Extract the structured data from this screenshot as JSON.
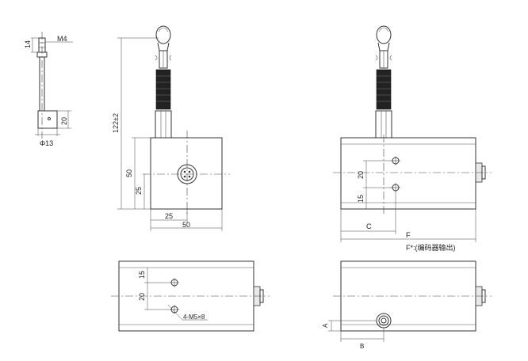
{
  "labels": {
    "m4": "M4",
    "dim_14": "14",
    "dim_20_rod": "20",
    "phi13": "Φ13",
    "dim_122": "122±2",
    "dim_50_v": "50",
    "dim_25_v": "25",
    "dim_25_h": "25",
    "dim_50_h": "50",
    "dim_20_side": "20",
    "dim_15_side": "15",
    "dim_c": "C",
    "dim_f": "F",
    "f_note": "F*:(编码器输出)",
    "dim_15_top": "15",
    "dim_20_top": "20",
    "hole_note": "4-M5×8",
    "dim_a": "A",
    "dim_b": "B"
  }
}
